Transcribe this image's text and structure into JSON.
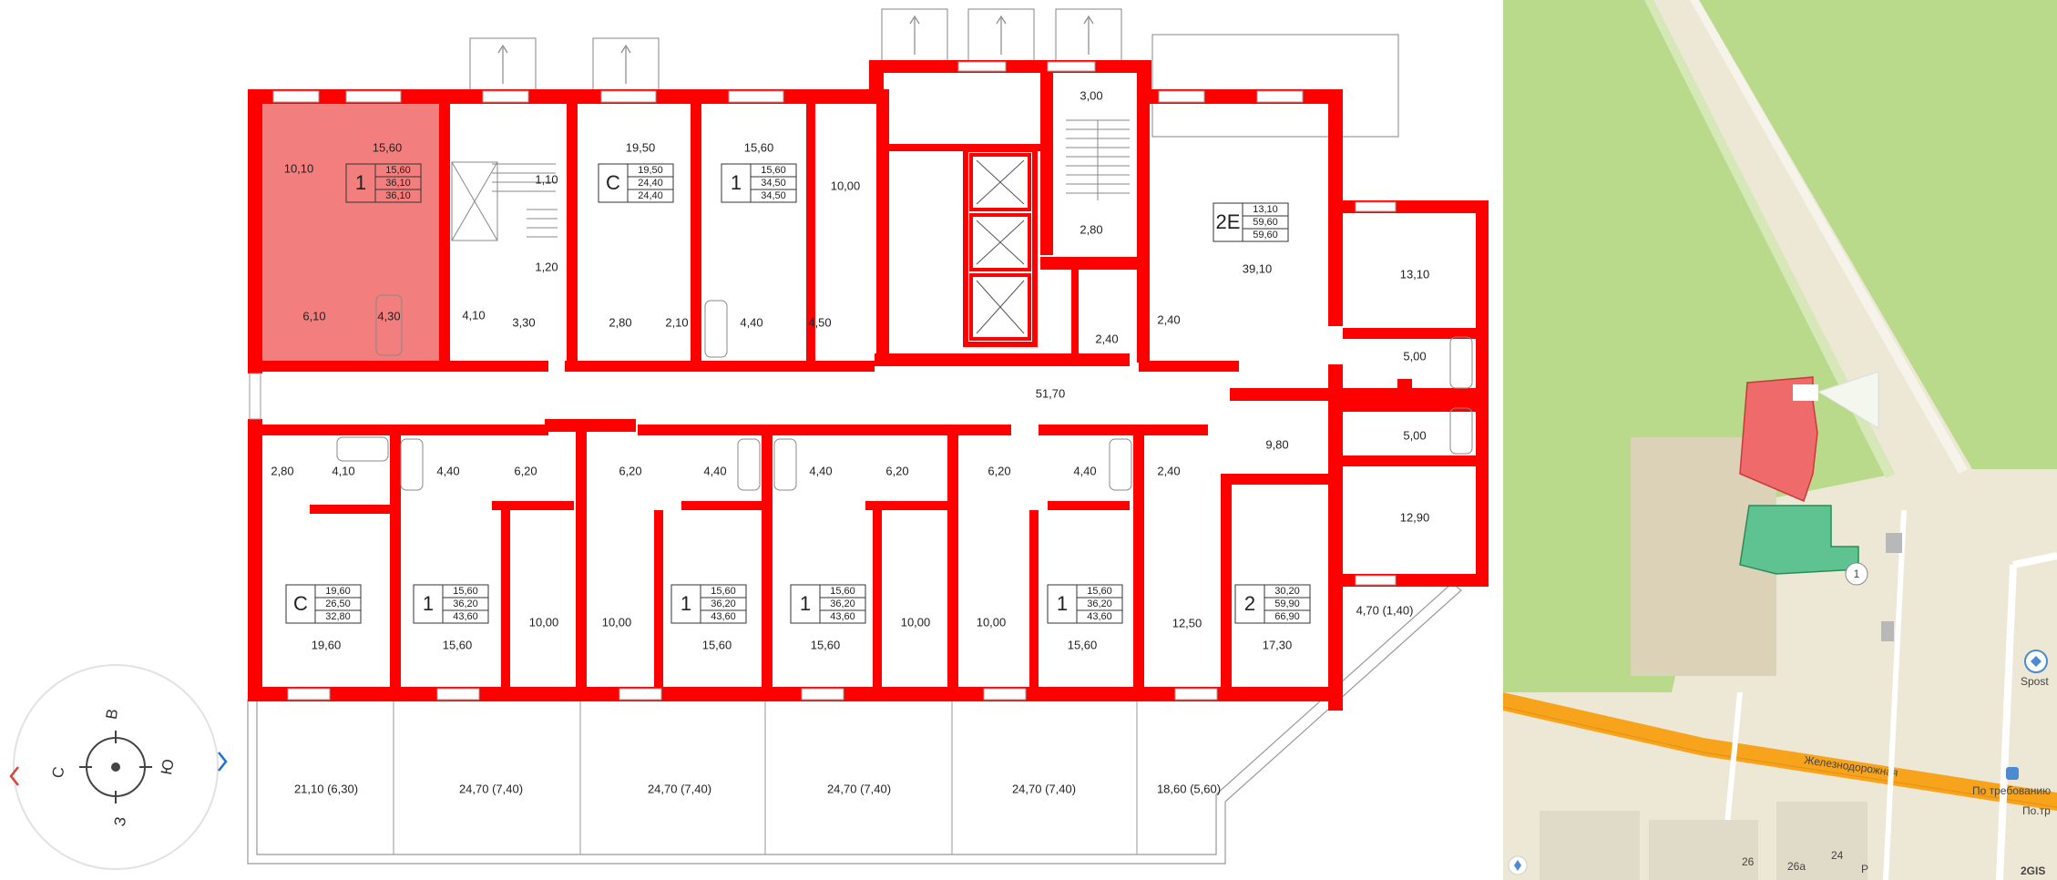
{
  "plan": {
    "rooms": {
      "r_top_1a": "10,10",
      "r_top_1b": "15,60",
      "r_top_1c": "6,10",
      "r_top_1d": "4,30",
      "r_stair_a": "1,10",
      "r_stair_b": "1,20",
      "r_stair_c": "4,10",
      "r_stair_d": "3,30",
      "r_c_top_main": "19,50",
      "r_c_top_bath": "2,80",
      "r_c_top_hall": "2,10",
      "r_1_top2_main": "15,60",
      "r_1_top2_bath": "4,40",
      "r_1_top2_hall": "4,50",
      "r_1_top2_kitchen": "10,00",
      "r_stair2_top": "3,00",
      "r_stair2_mid": "2,80",
      "r_lift_hall": "2,40",
      "r_2e_main": "39,10",
      "r_2e_bath": "2,40",
      "r_corr": "51,70",
      "r_right_a": "13,10",
      "r_right_b": "5,00",
      "r_right_c": "5,00",
      "r_right_d": "9,80",
      "r_right_e": "12,90",
      "r_right_balc": "4,70 (1,40)",
      "b_c_bath": "2,80",
      "b_c_hall": "4,10",
      "b_1a_bath": "4,40",
      "b_1a_hall": "6,20",
      "b_1b_hall": "6,20",
      "b_1b_bath": "4,40",
      "b_1c_bath": "4,40",
      "b_1c_hall": "6,20",
      "b_1d_hall": "6,20",
      "b_1d_bath": "4,40",
      "b_2_bath": "2,40",
      "b_c_main": "19,60",
      "b_1a_main": "15,60",
      "b_1a_kit": "10,00",
      "b_1b_kit": "10,00",
      "b_1b_main": "15,60",
      "b_1c_main": "15,60",
      "b_1c_kit": "10,00",
      "b_1d_kit": "10,00",
      "b_1d_main": "15,60",
      "b_2_kit": "12,50",
      "b_2_main": "17,30",
      "balc_1": "21,10 (6,30)",
      "balc_2": "24,70 (7,40)",
      "balc_3": "24,70 (7,40)",
      "balc_4": "24,70 (7,40)",
      "balc_5": "24,70 (7,40)",
      "balc_6": "18,60 (5,60)"
    },
    "apartments": [
      {
        "code": "1",
        "a": "15,60",
        "b": "36,10",
        "c": "36,10"
      },
      {
        "code": "С",
        "a": "19,50",
        "b": "24,40",
        "c": "24,40"
      },
      {
        "code": "1",
        "a": "15,60",
        "b": "34,50",
        "c": "34,50"
      },
      {
        "code": "2Е",
        "a": "13,10",
        "b": "59,60",
        "c": "59,60"
      },
      {
        "code": "С",
        "a": "19,60",
        "b": "26,50",
        "c": "32,80"
      },
      {
        "code": "1",
        "a": "15,60",
        "b": "36,20",
        "c": "43,60"
      },
      {
        "code": "1",
        "a": "15,60",
        "b": "36,20",
        "c": "43,60"
      },
      {
        "code": "1",
        "a": "15,60",
        "b": "36,20",
        "c": "43,60"
      },
      {
        "code": "1",
        "a": "15,60",
        "b": "36,20",
        "c": "43,60"
      },
      {
        "code": "2",
        "a": "30,20",
        "b": "59,90",
        "c": "66,90"
      }
    ]
  },
  "compass": {
    "north": "С",
    "east": "В",
    "south": "Ю",
    "west": "З",
    "prev_icon": "chevron-left-icon",
    "next_icon": "chevron-right-icon"
  },
  "map": {
    "street": "Железнодорожная",
    "stop_1": "По требованию",
    "stop_2": "По.тр",
    "poi": "Spost",
    "building_marker": "1",
    "house_26": "26",
    "house_26a": "26а",
    "house_24": "24",
    "brand": "2GIS",
    "stop_icon_letter": "Р"
  },
  "colors": {
    "wall": "#ff0000",
    "highlight": "#f27070",
    "accent_blue": "#1f6fd6",
    "forest": "#b9da8a",
    "ground": "#ede7d5",
    "road": "#f7a41c",
    "green_building": "#5fc291"
  }
}
